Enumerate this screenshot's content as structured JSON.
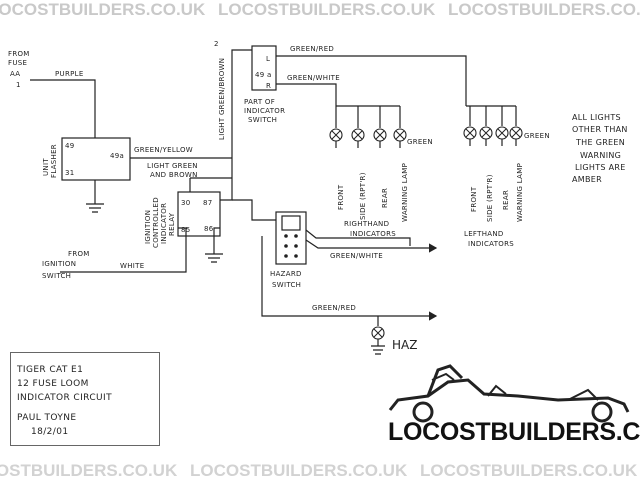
{
  "watermark": {
    "text": "LOCOSTBUILDERS.CO.UK",
    "color": "#c9c9c9"
  },
  "labels": {
    "from_fuse": [
      "FROM",
      "FUSE",
      "AA",
      "1"
    ],
    "purple": "PURPLE",
    "flasher_unit": [
      "FLASHER",
      "UNIT"
    ],
    "term_49": "49",
    "term_49a": "49a",
    "term_31": "31",
    "green_yellow": "GREEN/YELLOW",
    "light_green_brown": [
      "LIGHT GREEN",
      "AND BROWN"
    ],
    "relay": [
      "IGNITION",
      "CONTROLLED",
      "INDICATOR",
      "RELAY"
    ],
    "relay_30": "30",
    "relay_87": "87",
    "relay_85": "85",
    "relay_86": "86",
    "from_ignition": [
      "FROM",
      "IGNITION",
      "SWITCH"
    ],
    "white": "WHITE",
    "light_green_brown_vertical": "LIGHT GREEN/BROWN",
    "num_2": "2",
    "switch_L": "L",
    "switch_49a": "49 a",
    "switch_R": "R",
    "green_red_top": "GREEN/RED",
    "green_white_top": "GREEN/WHITE",
    "part_of_indicator": [
      "PART OF",
      "INDICATOR",
      "SWITCH"
    ],
    "rh_lamps": [
      "FRONT",
      "SIDE (RPT'R)",
      "REAR",
      "WARNING LAMP"
    ],
    "green": "GREEN",
    "rh_indicators": [
      "RIGHTHAND",
      "INDICATORS"
    ],
    "lh_lamps": [
      "FRONT",
      "SIDE (RPT'R)",
      "REAR",
      "WARNING LAMP"
    ],
    "lh_indicators": [
      "LEFTHAND",
      "INDICATORS"
    ],
    "hazard_switch": [
      "HAZARD",
      "SWITCH"
    ],
    "green_white_mid": "GREEN/WHITE",
    "green_red_bottom": "GREEN/RED",
    "haz": "HAZ",
    "note": [
      "ALL LIGHTS",
      "OTHER THAN",
      "THE GREEN",
      "WARNING",
      "LIGHTS ARE",
      "AMBER"
    ]
  },
  "title_block": {
    "lines": [
      "TIGER CAT E1",
      "12 FUSE LOOM",
      "INDICATOR CIRCUIT",
      "PAUL TOYNE",
      "18/2/01"
    ]
  },
  "logo": {
    "text": "LOCOSTBUILDERS.CO.UK",
    "icon": "kit-car-icon"
  }
}
